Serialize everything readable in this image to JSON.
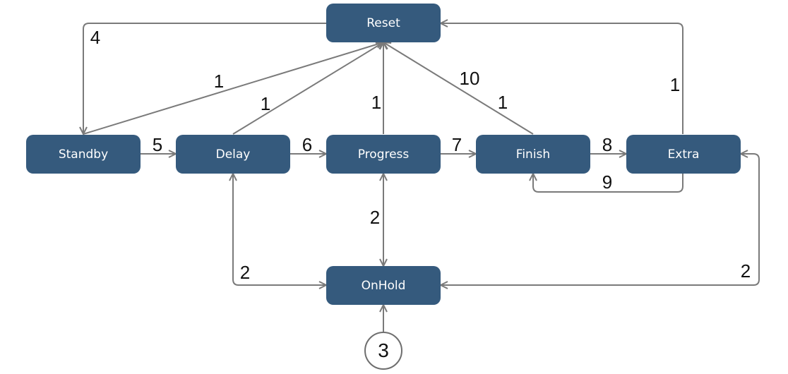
{
  "colors": {
    "node_fill": "#355a7d",
    "node_text": "#ffffff",
    "edge": "#7a7a7a",
    "label": "#111111"
  },
  "nodes": {
    "reset": "Reset",
    "standby": "Standby",
    "delay": "Delay",
    "progress": "Progress",
    "finish": "Finish",
    "extra": "Extra",
    "onhold": "OnHold"
  },
  "start_node": {
    "label": "3",
    "target": "OnHold"
  },
  "edges": [
    {
      "from": "Reset",
      "to": "Standby",
      "label": "4"
    },
    {
      "from": "Standby",
      "to": "Reset",
      "label": "1"
    },
    {
      "from": "Delay",
      "to": "Reset",
      "label": "1"
    },
    {
      "from": "Progress",
      "to": "Reset",
      "label": "1"
    },
    {
      "from": "Finish",
      "to": "Reset",
      "label": "1"
    },
    {
      "from": "Finish",
      "to": "Reset",
      "label": "10"
    },
    {
      "from": "Extra",
      "to": "Reset",
      "label": "1"
    },
    {
      "from": "Standby",
      "to": "Delay",
      "label": "5"
    },
    {
      "from": "Delay",
      "to": "Progress",
      "label": "6"
    },
    {
      "from": "Progress",
      "to": "Finish",
      "label": "7"
    },
    {
      "from": "Finish",
      "to": "Extra",
      "label": "8"
    },
    {
      "from": "Extra",
      "to": "Finish",
      "label": "9"
    },
    {
      "from": "Progress",
      "to": "OnHold",
      "label": "2"
    },
    {
      "from": "Delay",
      "to": "OnHold",
      "label": "2"
    },
    {
      "from": "Extra",
      "to": "OnHold",
      "label": "2"
    }
  ]
}
